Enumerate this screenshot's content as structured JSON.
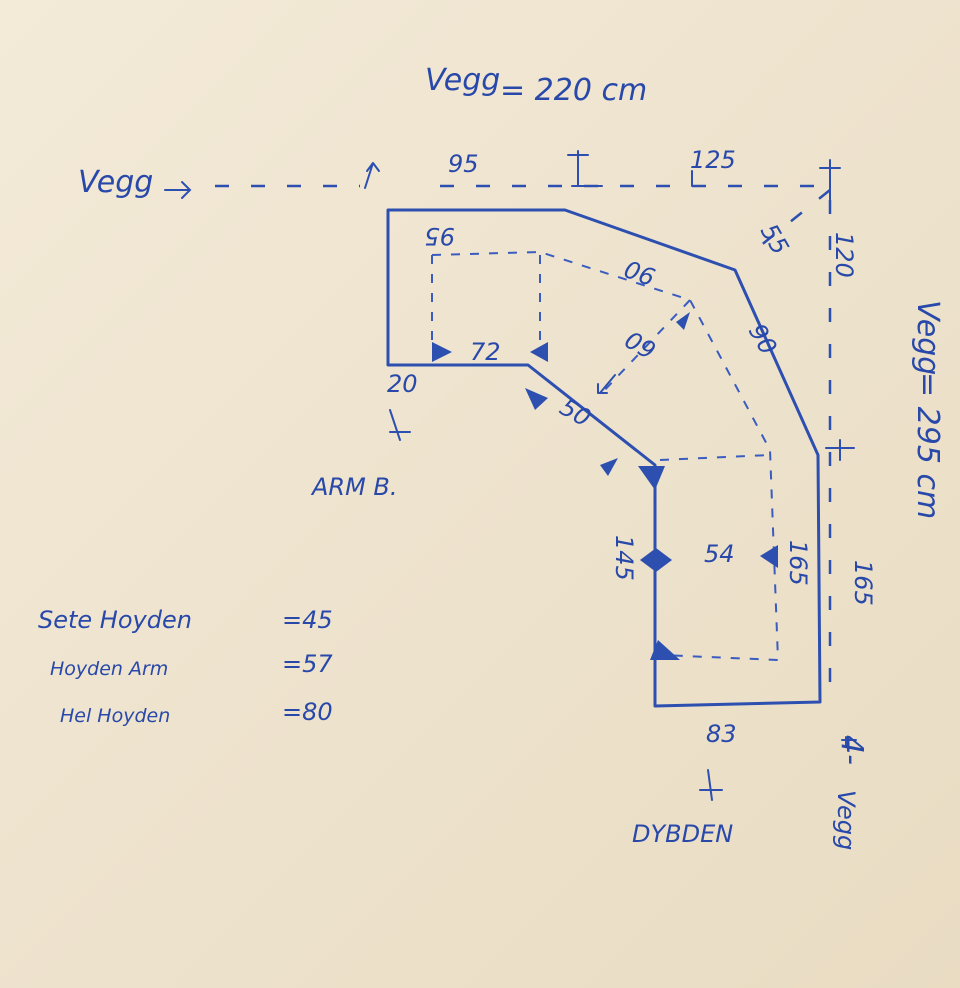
{
  "top_wall": {
    "word": "Vegg",
    "value": "= 220 cm"
  },
  "left_wall": {
    "word": "Vegg"
  },
  "right_wall": {
    "word": "Vegg",
    "value": "= 295 cm"
  },
  "bottom_wall": {
    "prefix": "4-",
    "word": "Vegg"
  },
  "wall_dimensions": {
    "top_left": "95",
    "top_right": "125",
    "right_upper": "120",
    "right_lower": "165"
  },
  "sofa_dimensions": {
    "top": "95",
    "diagonal_top": "90",
    "diagonal_right": "90",
    "corner": "55",
    "arm_inner": "72",
    "arm_depth": "20",
    "inner_diagonal": "50",
    "corner_depth": "60",
    "left_leg": "145",
    "seat_width": "54",
    "right_leg": "165",
    "bottom": "83"
  },
  "labels": {
    "arm": "ARM B.",
    "depth": "DYBDEN"
  },
  "notes": [
    {
      "label": "Sete Hoyden",
      "value": "=45"
    },
    {
      "label": "Hoyden Arm",
      "value": "=57"
    },
    {
      "label": "Hel Hoyden",
      "value": "=80"
    }
  ],
  "colors": {
    "ink": "#2c4fb0",
    "paper": "#efe6d3"
  }
}
